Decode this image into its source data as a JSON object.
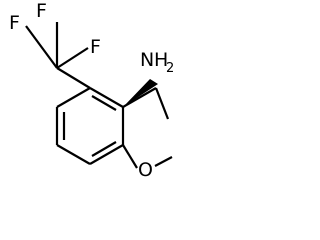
{
  "structure": {
    "atoms": {
      "fluorine_1": "F",
      "fluorine_2": "F",
      "fluorine_3": "F",
      "oxygen": "O",
      "amine_n": "N",
      "amine_h": "H",
      "amine_h_count": "2"
    },
    "colors": {
      "bond": "#000000",
      "label": "#000000",
      "background": "#ffffff"
    }
  }
}
